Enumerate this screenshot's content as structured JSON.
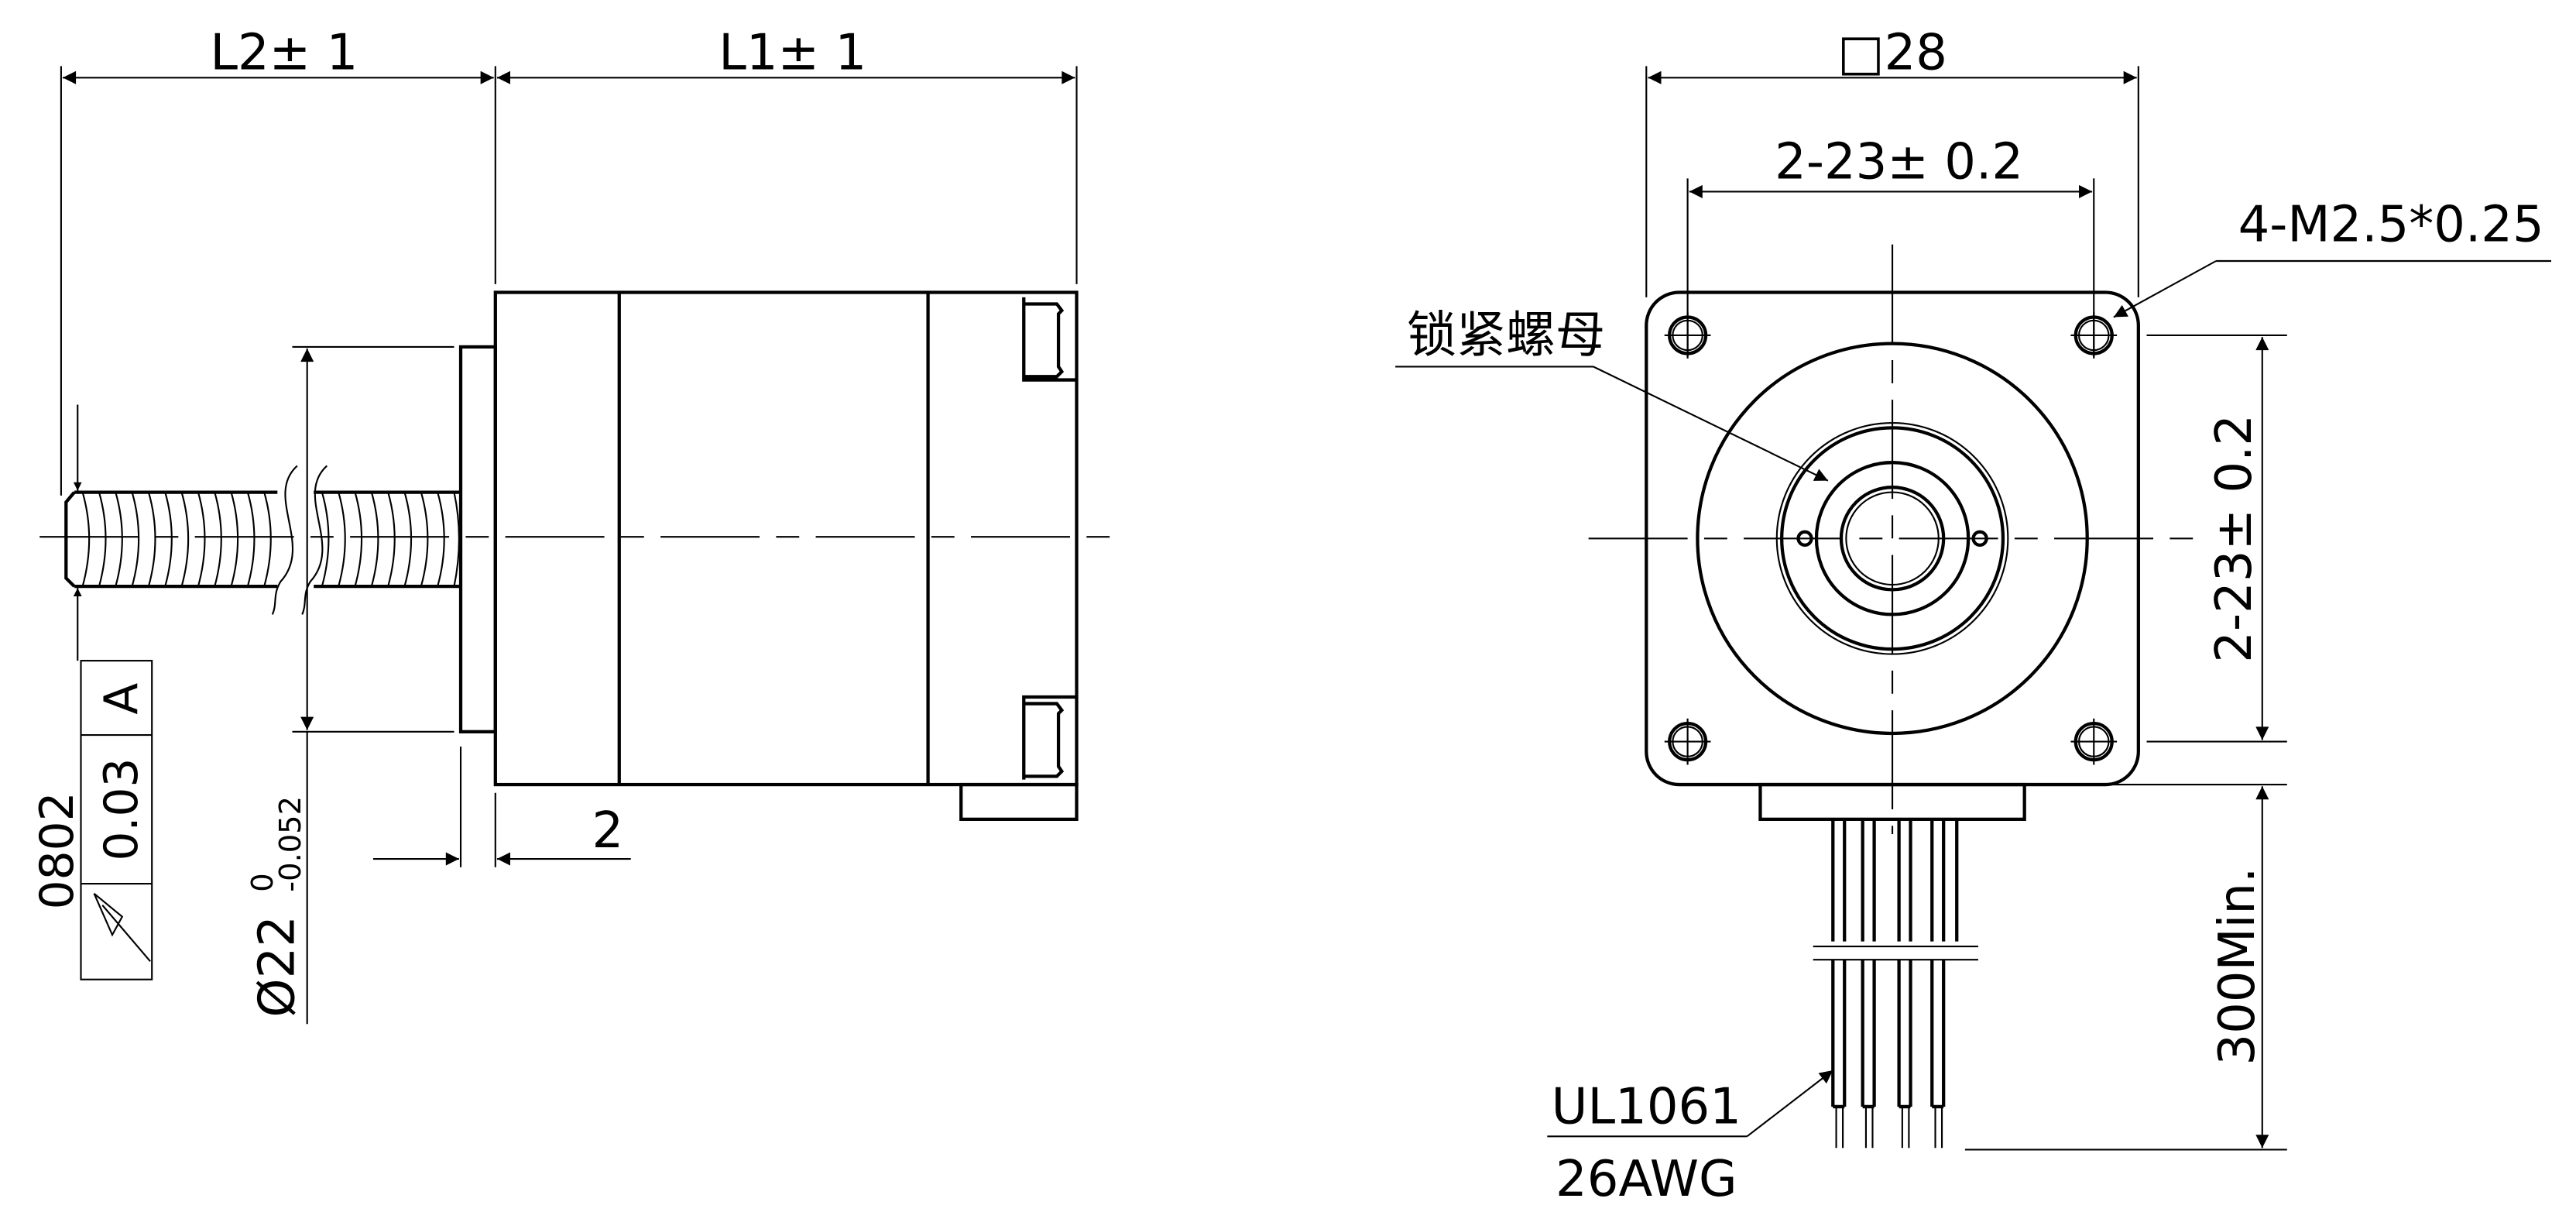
{
  "side_view": {
    "dim_l2": "L2± 1",
    "dim_l1": "L1± 1",
    "dim_flange": "2",
    "dim_boss_main": "Ø22",
    "dim_boss_upper_tol": "0",
    "dim_boss_lower_tol": "-0.052",
    "thread_spec": "0802",
    "runout_tolerance": "0.03",
    "datum": "A"
  },
  "front_view": {
    "dim_square": "□28",
    "dim_hole_spacing_h": "2-23± 0.2",
    "dim_hole_spacing_v": "2-23± 0.2",
    "hole_spec": "4-M2.5*0.25",
    "lock_nut_label": "锁紧螺母",
    "lead_length": "300Min.",
    "wire_type": "UL1061",
    "wire_gauge": "26AWG"
  }
}
